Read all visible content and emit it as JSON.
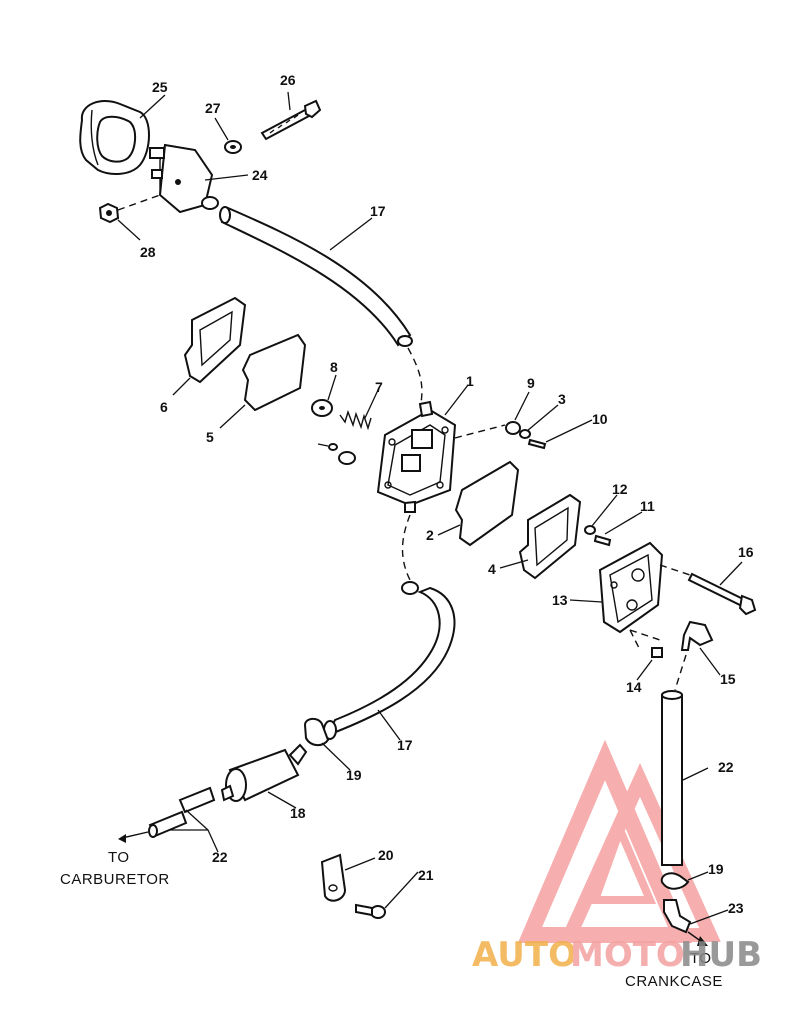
{
  "callouts": {
    "c1": "1",
    "c2": "2",
    "c3": "3",
    "c4": "4",
    "c5": "5",
    "c6": "6",
    "c7": "7",
    "c8": "8",
    "c9": "9",
    "c10": "10",
    "c11": "11",
    "c12": "12",
    "c13": "13",
    "c14": "14",
    "c15": "15",
    "c16": "16",
    "c17a": "17",
    "c17b": "17",
    "c18": "18",
    "c19a": "19",
    "c19b": "19",
    "c20": "20",
    "c21": "21",
    "c22a": "22",
    "c22b": "22",
    "c23": "23",
    "c24": "24",
    "c25": "25",
    "c26": "26",
    "c27": "27",
    "c28": "28"
  },
  "labels": {
    "carb_to": "TO",
    "carb_name": "CARBURETOR",
    "crank_to": "TO",
    "crank_name": "CRANKCASE"
  },
  "watermark": {
    "auto": "AUTO",
    "moto": "MOTO",
    "hub": "HUB",
    "color_primary": "#f2a56b",
    "color_secondary": "#f4a0a0",
    "color_dark": "#888888"
  }
}
